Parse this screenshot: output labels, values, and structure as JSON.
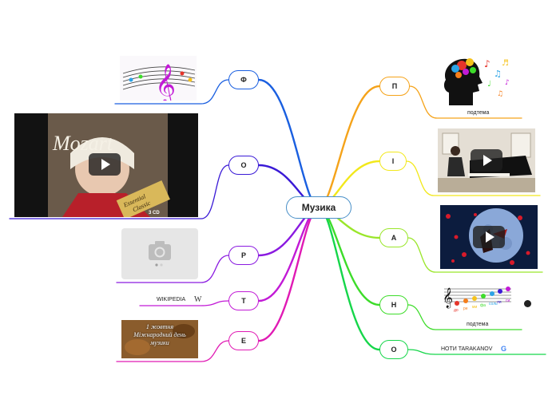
{
  "central": {
    "label": "Музика",
    "border_color": "#4a90c8"
  },
  "right_branches": [
    {
      "label": "П",
      "color": "#f5a31a",
      "caption": "подтема"
    },
    {
      "label": "І",
      "color": "#f2e81b",
      "caption": ""
    },
    {
      "label": "А",
      "color": "#9ae62a",
      "caption": ""
    },
    {
      "label": "Н",
      "color": "#3ddc2a",
      "caption": "подтема"
    },
    {
      "label": "О",
      "color": "#16d64a",
      "caption": "НОТИ TARAKANOV"
    }
  ],
  "left_branches": [
    {
      "label": "Ф",
      "color": "#1a5fe0",
      "caption": ""
    },
    {
      "label": "О",
      "color": "#3a1ad6",
      "caption": ""
    },
    {
      "label": "Р",
      "color": "#8a1ae0",
      "caption": ""
    },
    {
      "label": "Т",
      "color": "#c21ad6",
      "caption": "WIKIPEDIA"
    },
    {
      "label": "Е",
      "color": "#e01ab4",
      "caption": ""
    }
  ],
  "images": {
    "mozart_title": "Mozart",
    "mozart_sub1": "Essential",
    "mozart_sub2": "Classic",
    "mozart_cd": "3 CD",
    "music_day_text": "1 жовтня Міжнародний день музики",
    "notes_letters": [
      "до",
      "ре",
      "ми",
      "фа",
      "соль",
      "ля",
      "си"
    ]
  },
  "icons": {
    "wikipedia": "W",
    "google": "G"
  }
}
